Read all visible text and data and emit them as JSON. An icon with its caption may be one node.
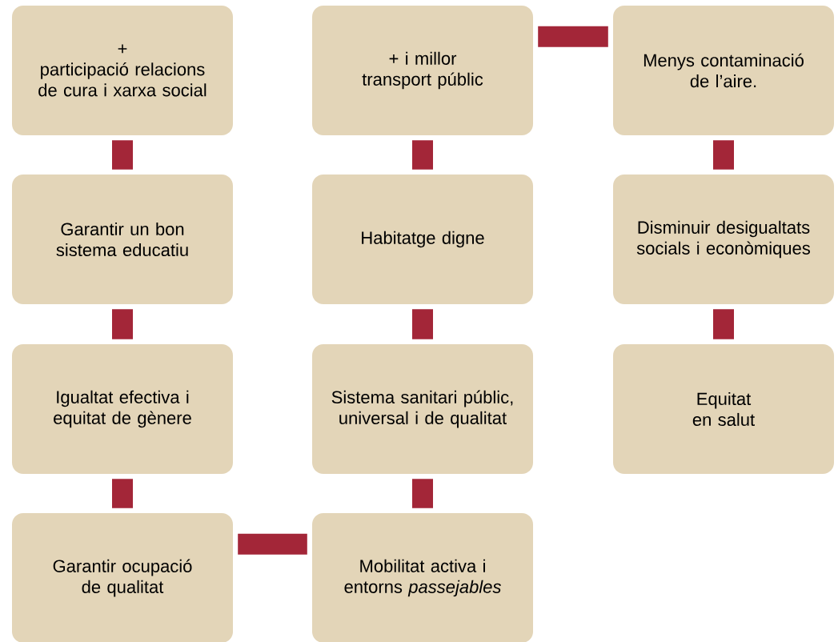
{
  "diagram": {
    "nodes": [
      {
        "text": [
          "+",
          "participació relacions de cura i xarxa social"
        ]
      },
      {
        "text": [
          "Garantir un bon sistema educatiu"
        ]
      },
      {
        "text": [
          "Igualtat efectiva i equitat de gènere"
        ]
      },
      {
        "text": [
          "Garantir ocupació de qualitat"
        ]
      },
      {
        "text": [
          "+ i millor transport públic"
        ]
      },
      {
        "text": [
          "Habitatge digne"
        ]
      },
      {
        "text": [
          "Sistema sanitari públic, universal i de qualitat"
        ]
      },
      {
        "text": [
          "Mobilitat activa i entorns *passejables*"
        ]
      },
      {
        "text": [
          "Menys contaminació de l’aire."
        ]
      },
      {
        "text": [
          "Disminuir desigualtats socials i econòmiques"
        ]
      },
      {
        "text": [
          "Equitat en salut"
        ]
      }
    ],
    "edges": [
      {
        "from": 0,
        "to": 1,
        "arrow": "none"
      },
      {
        "from": 1,
        "to": 2,
        "arrow": "none"
      },
      {
        "from": 2,
        "to": 3,
        "arrow": "none"
      },
      {
        "from": 3,
        "to": 7,
        "arrow": "none"
      },
      {
        "from": 7,
        "to": 6,
        "arrow": "none"
      },
      {
        "from": 6,
        "to": 5,
        "arrow": "none"
      },
      {
        "from": 5,
        "to": 4,
        "arrow": "none"
      },
      {
        "from": 4,
        "to": 8,
        "arrow": "none"
      },
      {
        "from": 8,
        "to": 9,
        "arrow": "none"
      },
      {
        "from": 9,
        "to": 10,
        "arrow": "none"
      }
    ]
  }
}
